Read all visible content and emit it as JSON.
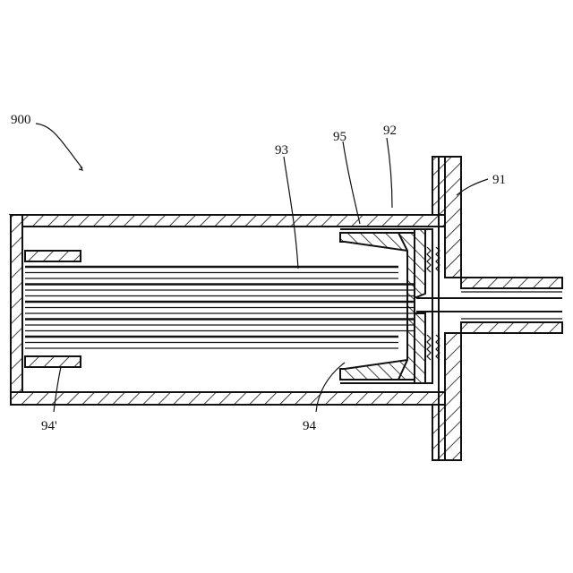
{
  "figure": {
    "labels": {
      "assembly": "900",
      "flange": "91",
      "housing": "92",
      "fiber_bundle": "93",
      "clamp_front": "94",
      "clamp_rear": "94'",
      "sleeve": "95"
    }
  }
}
